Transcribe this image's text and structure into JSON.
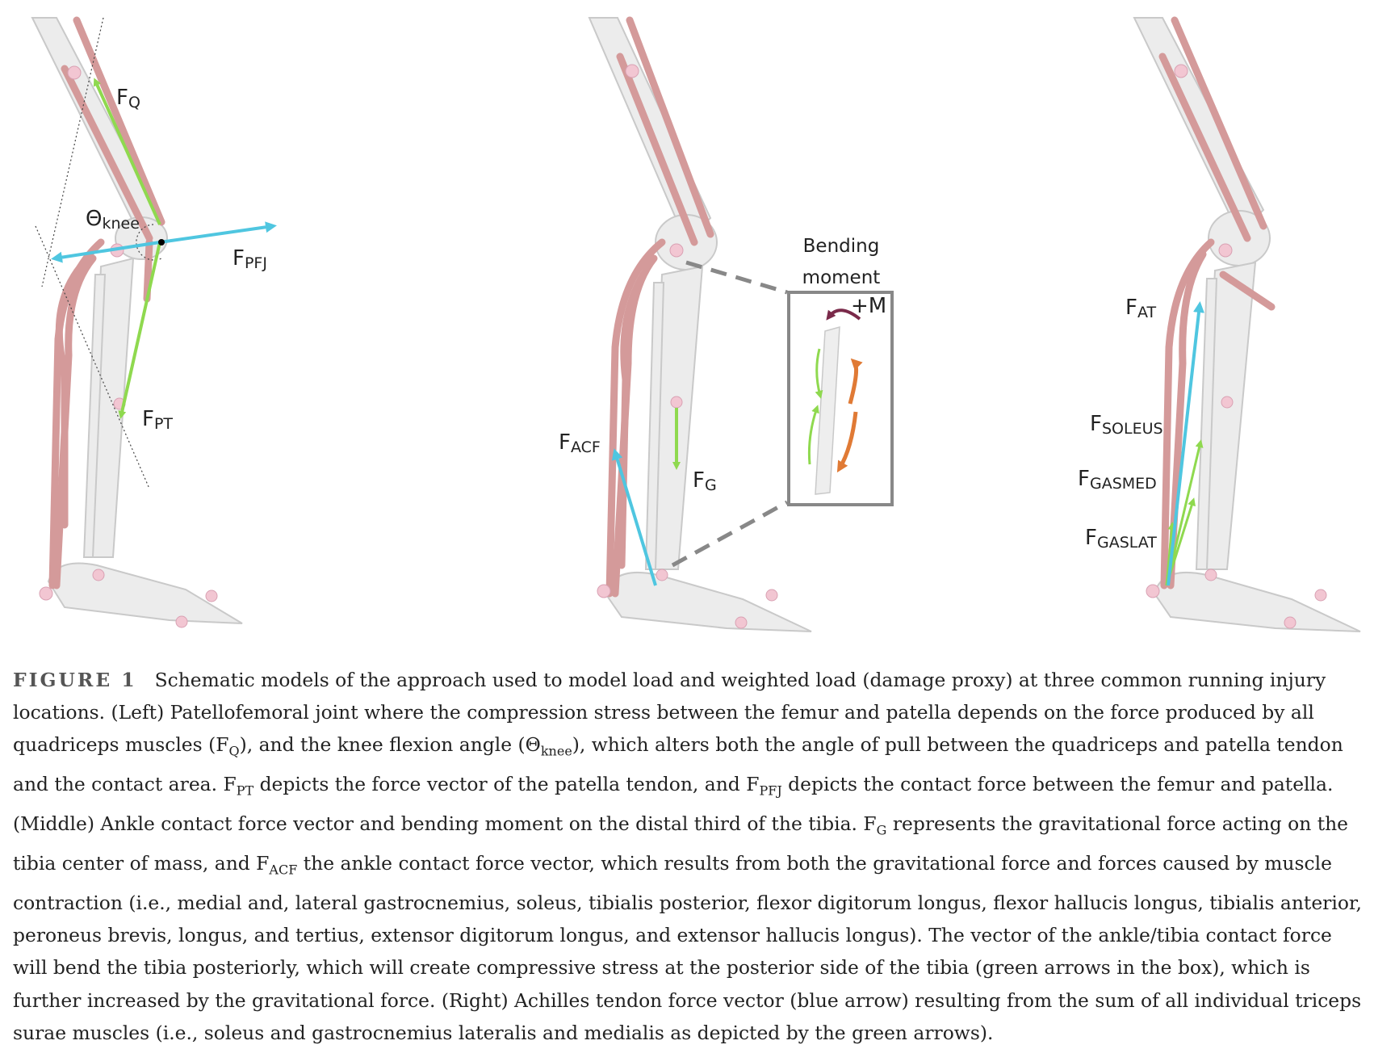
{
  "labels": {
    "FQ": {
      "main": "F",
      "sub": "Q"
    },
    "theta_knee": {
      "main": "Θ",
      "sub": "knee"
    },
    "FPFJ": {
      "main": "F",
      "sub": "PFJ"
    },
    "FPT": {
      "main": "F",
      "sub": "PT"
    },
    "FACF": {
      "main": "F",
      "sub": "ACF"
    },
    "FG": {
      "main": "F",
      "sub": "G"
    },
    "bending_line1": "Bending",
    "bending_line2": "moment",
    "plus_m": "+M",
    "FAT": {
      "main": "F",
      "sub": "AT"
    },
    "FSOLEUS": {
      "main": "F",
      "sub": "SOLEUS"
    },
    "FGASMED": {
      "main": "F",
      "sub": "GASMED"
    },
    "FGASLAT": {
      "main": "F",
      "sub": "GASLAT"
    }
  },
  "colors": {
    "muscle": "#d49a9a",
    "bone": "#ececec",
    "marker": "#f2c6d2",
    "green_arrow": "#8fd94f",
    "blue_arrow": "#4fc6e0",
    "orange_arrow": "#e07a35",
    "moment_arrow": "#7a2a4a",
    "box": "#888888"
  },
  "caption": {
    "label": "FIGURE 1",
    "t1": "Schematic models of the approach used to model load and weighted load (damage proxy) at three common running injury locations. (Left) Patellofemoral joint where the compression stress between the femur and patella depends on the force produced by all quadriceps muscles (F",
    "s1": "Q",
    "t2": "), and the knee flexion angle (Θ",
    "s2": "knee",
    "t3": "), which alters both the angle of pull between the quadriceps and patella tendon and the contact area. F",
    "s3": "PT",
    "t4": " depicts the force vector of the patella tendon, and F",
    "s4": "PFJ",
    "t5": " depicts the contact force between the femur and patella. (Middle) Ankle contact force vector and bending moment on the distal third of the tibia. F",
    "s5": "G",
    "t6": " represents the gravitational force acting on the tibia center of mass, and F",
    "s6": "ACF",
    "t7": " the ankle contact force vector, which results from both the gravitational force and forces caused by muscle contraction (i.e., medial and, lateral gastrocnemius, soleus, tibialis posterior, flexor digitorum longus, flexor hallucis longus, tibialis anterior, peroneus brevis, longus, and tertius, extensor digitorum longus, and extensor hallucis longus). The vector of the ankle/tibia contact force will bend the tibia posteriorly, which will create compressive stress at the posterior side of the tibia (green arrows in the box), which is further increased by the gravitational force. (Right) Achilles tendon force vector (blue arrow) resulting from the sum of all individual triceps surae muscles (i.e., soleus and gastrocnemius lateralis and medialis as depicted by the green arrows)."
  }
}
